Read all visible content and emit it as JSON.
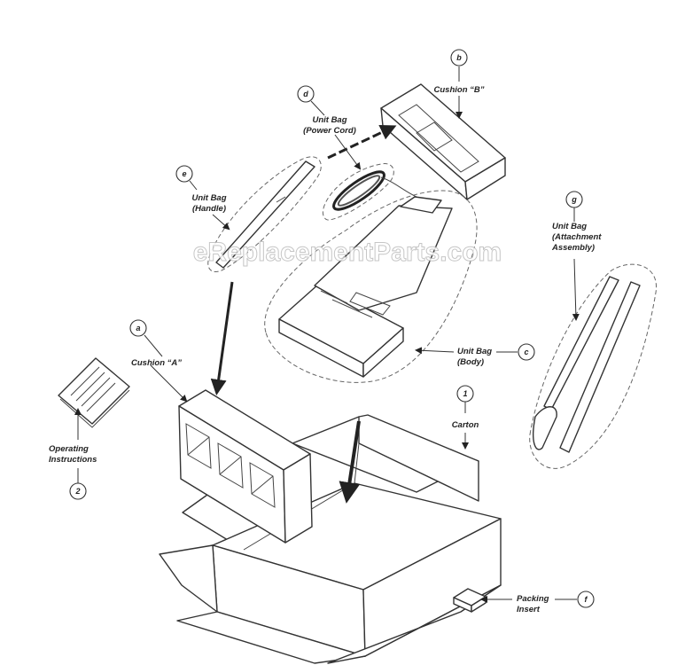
{
  "watermark": "eReplacementParts.com",
  "callouts": [
    {
      "id": "a",
      "label_lines": [
        "Cushion “A”"
      ]
    },
    {
      "id": "b",
      "label_lines": [
        "Cushion “B”"
      ]
    },
    {
      "id": "c",
      "label_lines": [
        "Unit Bag",
        "(Body)"
      ]
    },
    {
      "id": "d",
      "label_lines": [
        "Unit Bag",
        "(Power Cord)"
      ]
    },
    {
      "id": "e",
      "label_lines": [
        "Unit Bag",
        "(Handle)"
      ]
    },
    {
      "id": "f",
      "label_lines": [
        "Packing",
        "Insert"
      ]
    },
    {
      "id": "g",
      "label_lines": [
        "Unit Bag",
        "(Attachment",
        "Assembly)"
      ]
    },
    {
      "id": "1",
      "label_lines": [
        "Carton"
      ]
    },
    {
      "id": "2",
      "label_lines": [
        "Operating",
        "Instructions"
      ]
    }
  ]
}
